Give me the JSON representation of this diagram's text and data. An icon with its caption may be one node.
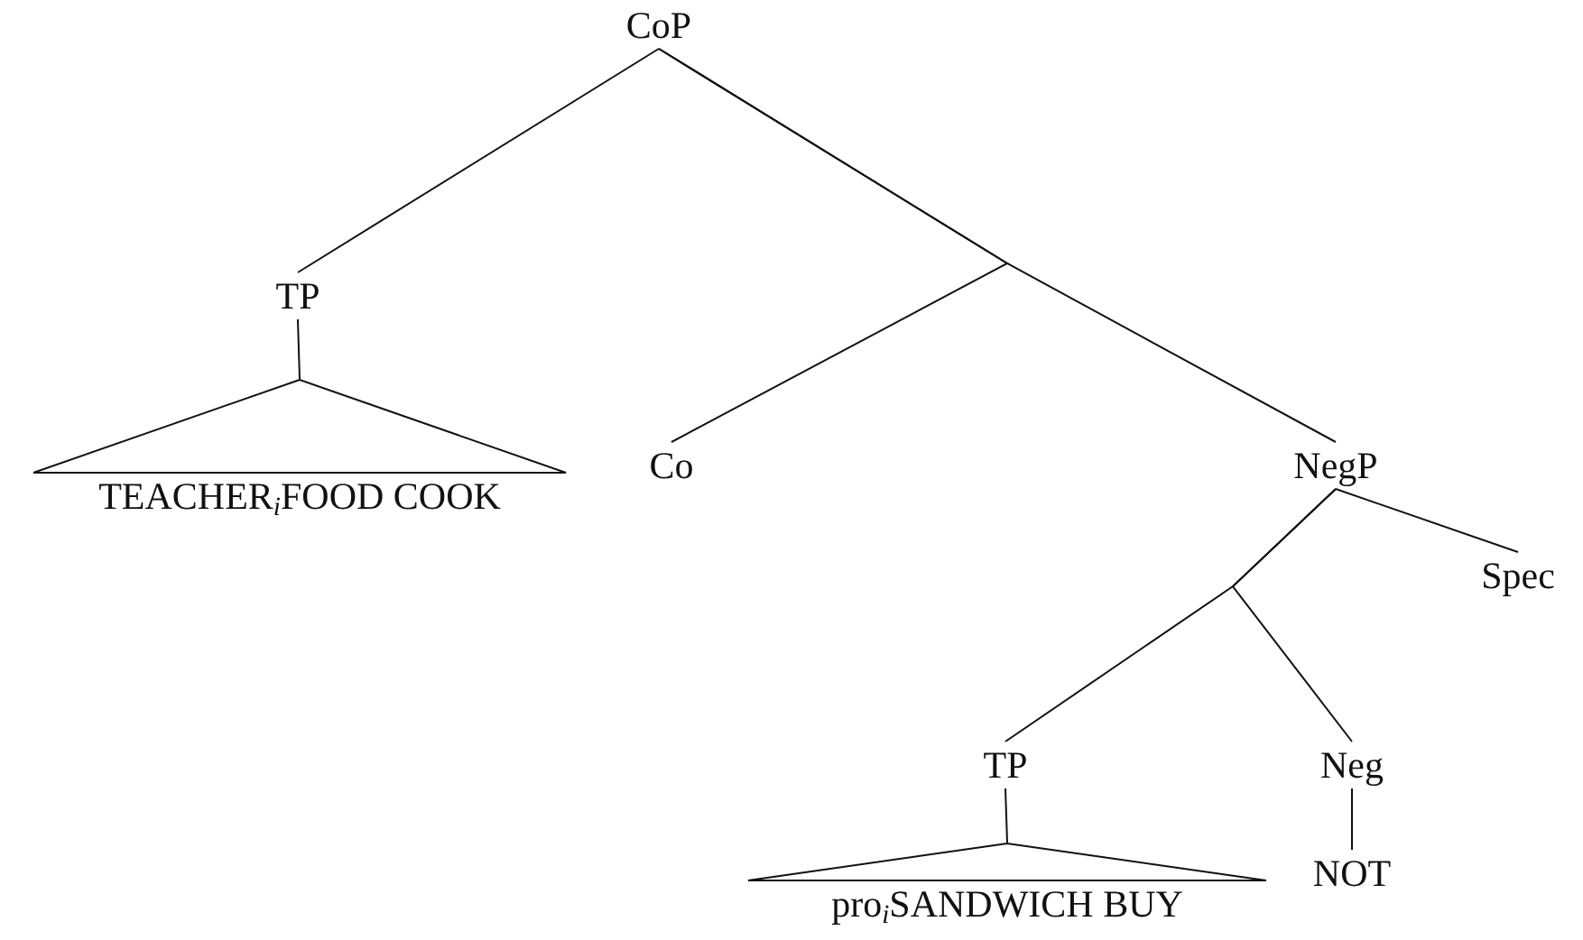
{
  "diagram": {
    "nodes": [
      {
        "text": [
          "CoP"
        ]
      },
      {
        "text": [
          "TP"
        ]
      },
      {
        "text": [
          "TEACHER$_{i}$FOOD COOK"
        ]
      },
      {
        "text": [
          "Co"
        ]
      },
      {
        "text": [
          "NegP"
        ]
      },
      {
        "text": [
          "Spec"
        ]
      },
      {
        "text": [
          "TP"
        ]
      },
      {
        "text": [
          "Neg"
        ]
      },
      {
        "text": [
          "NOT"
        ]
      },
      {
        "text": [
          "pro$_{i}$SANDWICH BUY"
        ]
      }
    ],
    "edges": [
      {
        "from": 0,
        "to": 1,
        "arrow": "none"
      },
      {
        "from": 0,
        "to": 4,
        "arrow": "none"
      },
      {
        "from": 0,
        "to": 3,
        "arrow": "none"
      },
      {
        "from": 1,
        "to": 2,
        "arrow": "none"
      },
      {
        "from": 4,
        "to": 5,
        "arrow": "none"
      },
      {
        "from": 4,
        "to": 6,
        "arrow": "none"
      },
      {
        "from": 4,
        "to": 7,
        "arrow": "none"
      },
      {
        "from": 6,
        "to": 9,
        "arrow": "none"
      },
      {
        "from": 7,
        "to": 8,
        "arrow": "none"
      }
    ]
  }
}
